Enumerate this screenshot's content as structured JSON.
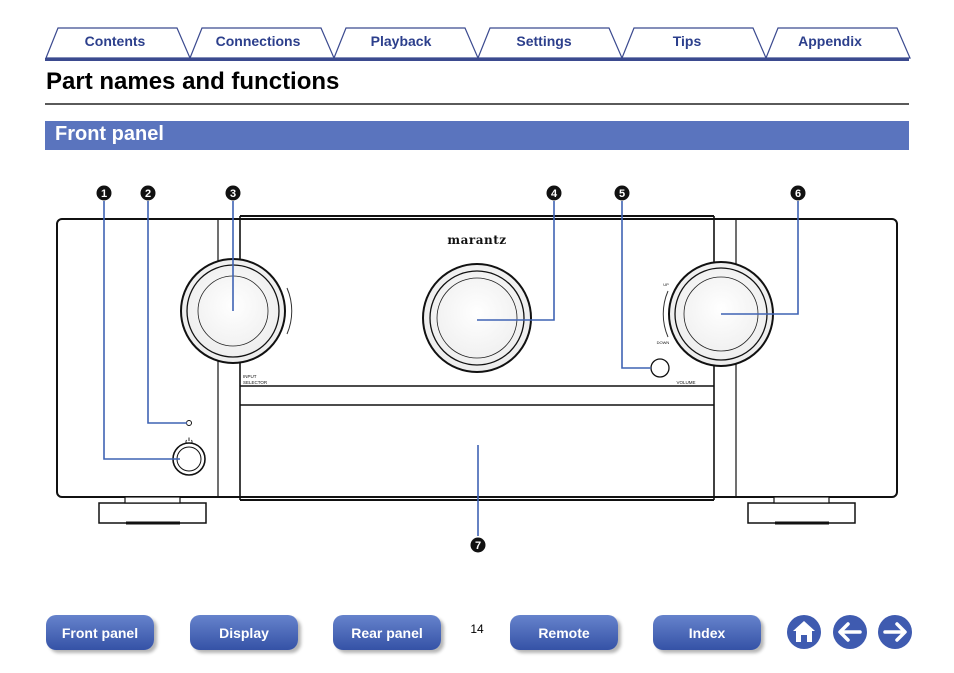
{
  "tabs": [
    "Contents",
    "Connections",
    "Playback",
    "Settings",
    "Tips",
    "Appendix"
  ],
  "page_title": "Part names and functions",
  "section_title": "Front panel",
  "device": {
    "brand": "marantz",
    "labels": {
      "input_selector": [
        "INPUT",
        "SELECTOR"
      ],
      "volume": "VOLUME",
      "up": "UP",
      "down": "DOWN"
    },
    "callouts": [
      "1",
      "2",
      "3",
      "4",
      "5",
      "6",
      "7"
    ]
  },
  "bottom_nav": [
    "Front panel",
    "Display",
    "Rear panel",
    "Remote",
    "Index"
  ],
  "page_number": "14",
  "icons": [
    "home-icon",
    "arrow-left-icon",
    "arrow-right-icon"
  ],
  "colors": {
    "tab_text": "#2c3f8c",
    "section_bar": "#5a74be",
    "leader_line": "#3f63b4",
    "button": "#3f5bb0"
  }
}
